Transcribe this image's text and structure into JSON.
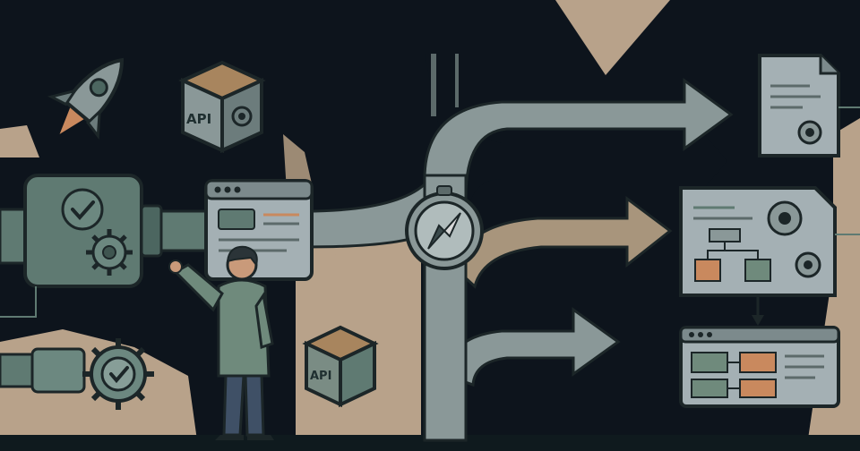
{
  "scene": {
    "description_style": "flat-illustration",
    "colors": {
      "background": "#0d141c",
      "sand": "#b8a28a",
      "pipe": "#5f7a72",
      "pipe_dark": "#243234",
      "arrow": "#8a9898",
      "arrow_tan": "#a8957c",
      "panel": "#a4b0b4",
      "accent_orange": "#c9895e",
      "accent_green": "#5f7a72",
      "outline": "#1c2628"
    }
  },
  "labels": {
    "api_top": "API",
    "api_bottom": "API"
  },
  "icons": [
    "rocket-icon",
    "api-cube-icon",
    "check-valve-icon",
    "gear-icon",
    "browser-window-icon",
    "compass-icon",
    "document-gear-icon",
    "flowchart-document-icon",
    "workflow-window-icon",
    "person-pointing"
  ]
}
